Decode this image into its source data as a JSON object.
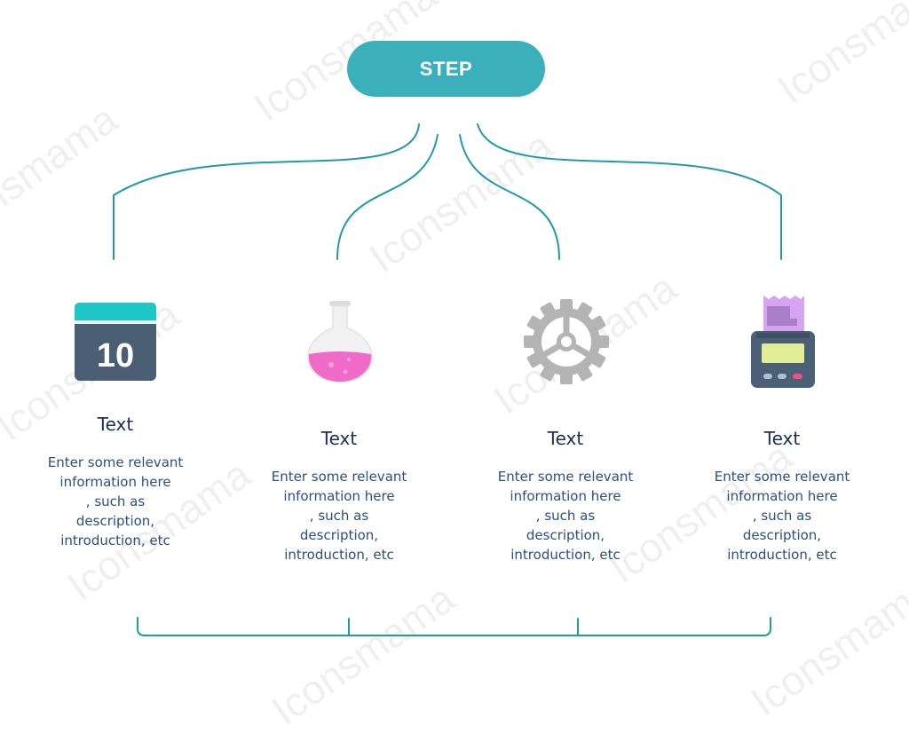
{
  "header": {
    "step_label": "STEP"
  },
  "columns": [
    {
      "title": "Text",
      "desc": [
        "Enter some relevant",
        "information here",
        ", such as",
        "description,",
        "introduction, etc"
      ],
      "icon": "calendar-icon",
      "calendar_day": "10"
    },
    {
      "title": "Text",
      "desc": [
        "Enter some relevant",
        "information here",
        ", such as",
        "description,",
        "introduction, etc"
      ],
      "icon": "flask-icon"
    },
    {
      "title": "Text",
      "desc": [
        "Enter some relevant",
        "information here",
        ", such as",
        "description,",
        "introduction, etc"
      ],
      "icon": "gear-icon"
    },
    {
      "title": "Text",
      "desc": [
        "Enter some relevant",
        "information here",
        ", such as",
        "description,",
        "introduction, etc"
      ],
      "icon": "receipt-printer-icon"
    }
  ],
  "watermark": "Iconsmama",
  "colors": {
    "accent": "#3bb0bb",
    "line": "#1f9aa9",
    "title": "#1d2f58",
    "desc": "#2b4f85",
    "calendar_top": "#1fc6c6",
    "calendar_body": "#4a5f73",
    "flask_liquid": "#f06bc8",
    "gear": "#b4b4b4",
    "receipt": "#d7a4f2",
    "device_body": "#4b6076",
    "device_screen": "#e2ee95"
  }
}
